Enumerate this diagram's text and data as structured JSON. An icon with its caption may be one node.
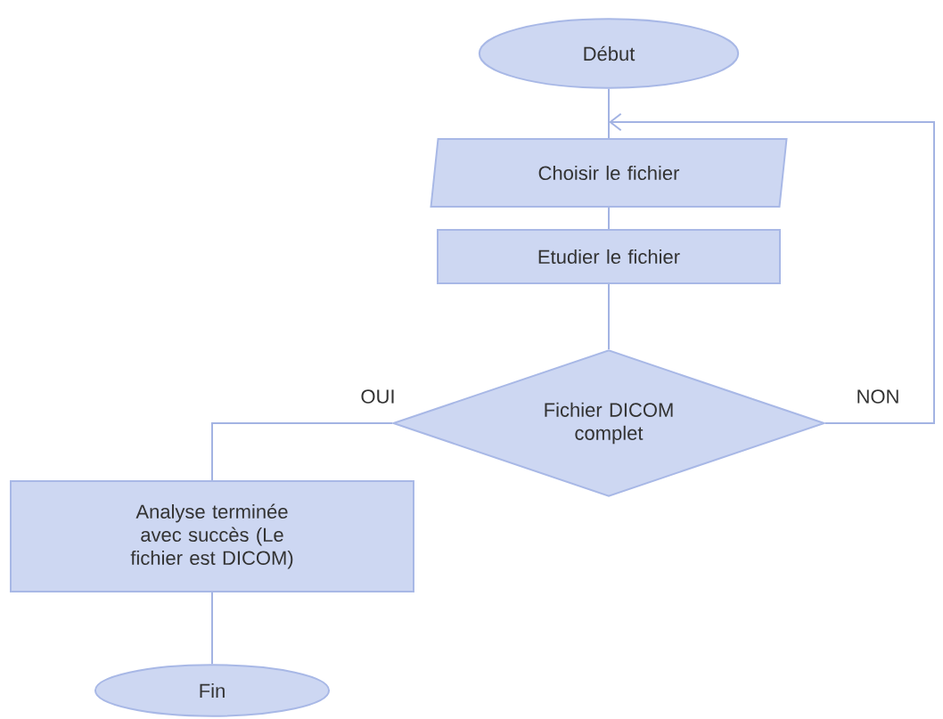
{
  "diagram": {
    "nodes": [
      {
        "text": [
          "Début"
        ]
      },
      {
        "text": [
          "Choisir le fichier"
        ]
      },
      {
        "text": [
          "Etudier le fichier"
        ]
      },
      {
        "text": [
          "Fichier DICOM complet"
        ]
      },
      {
        "text": [
          "Analyse terminée avec succès (Le fichier est DICOM)"
        ]
      },
      {
        "text": [
          "Fin"
        ]
      }
    ],
    "edges": [
      {
        "from": 0,
        "to": 1,
        "arrow": "none"
      },
      {
        "from": 1,
        "to": 2,
        "arrow": "none"
      },
      {
        "from": 2,
        "to": 3,
        "arrow": "none"
      },
      {
        "from": 3,
        "to": 4,
        "arrow": "none",
        "label": "OUI"
      },
      {
        "from": 4,
        "to": 5,
        "arrow": "none"
      },
      {
        "from": 3,
        "to": 1,
        "arrow": "to",
        "label": "NON"
      }
    ]
  }
}
